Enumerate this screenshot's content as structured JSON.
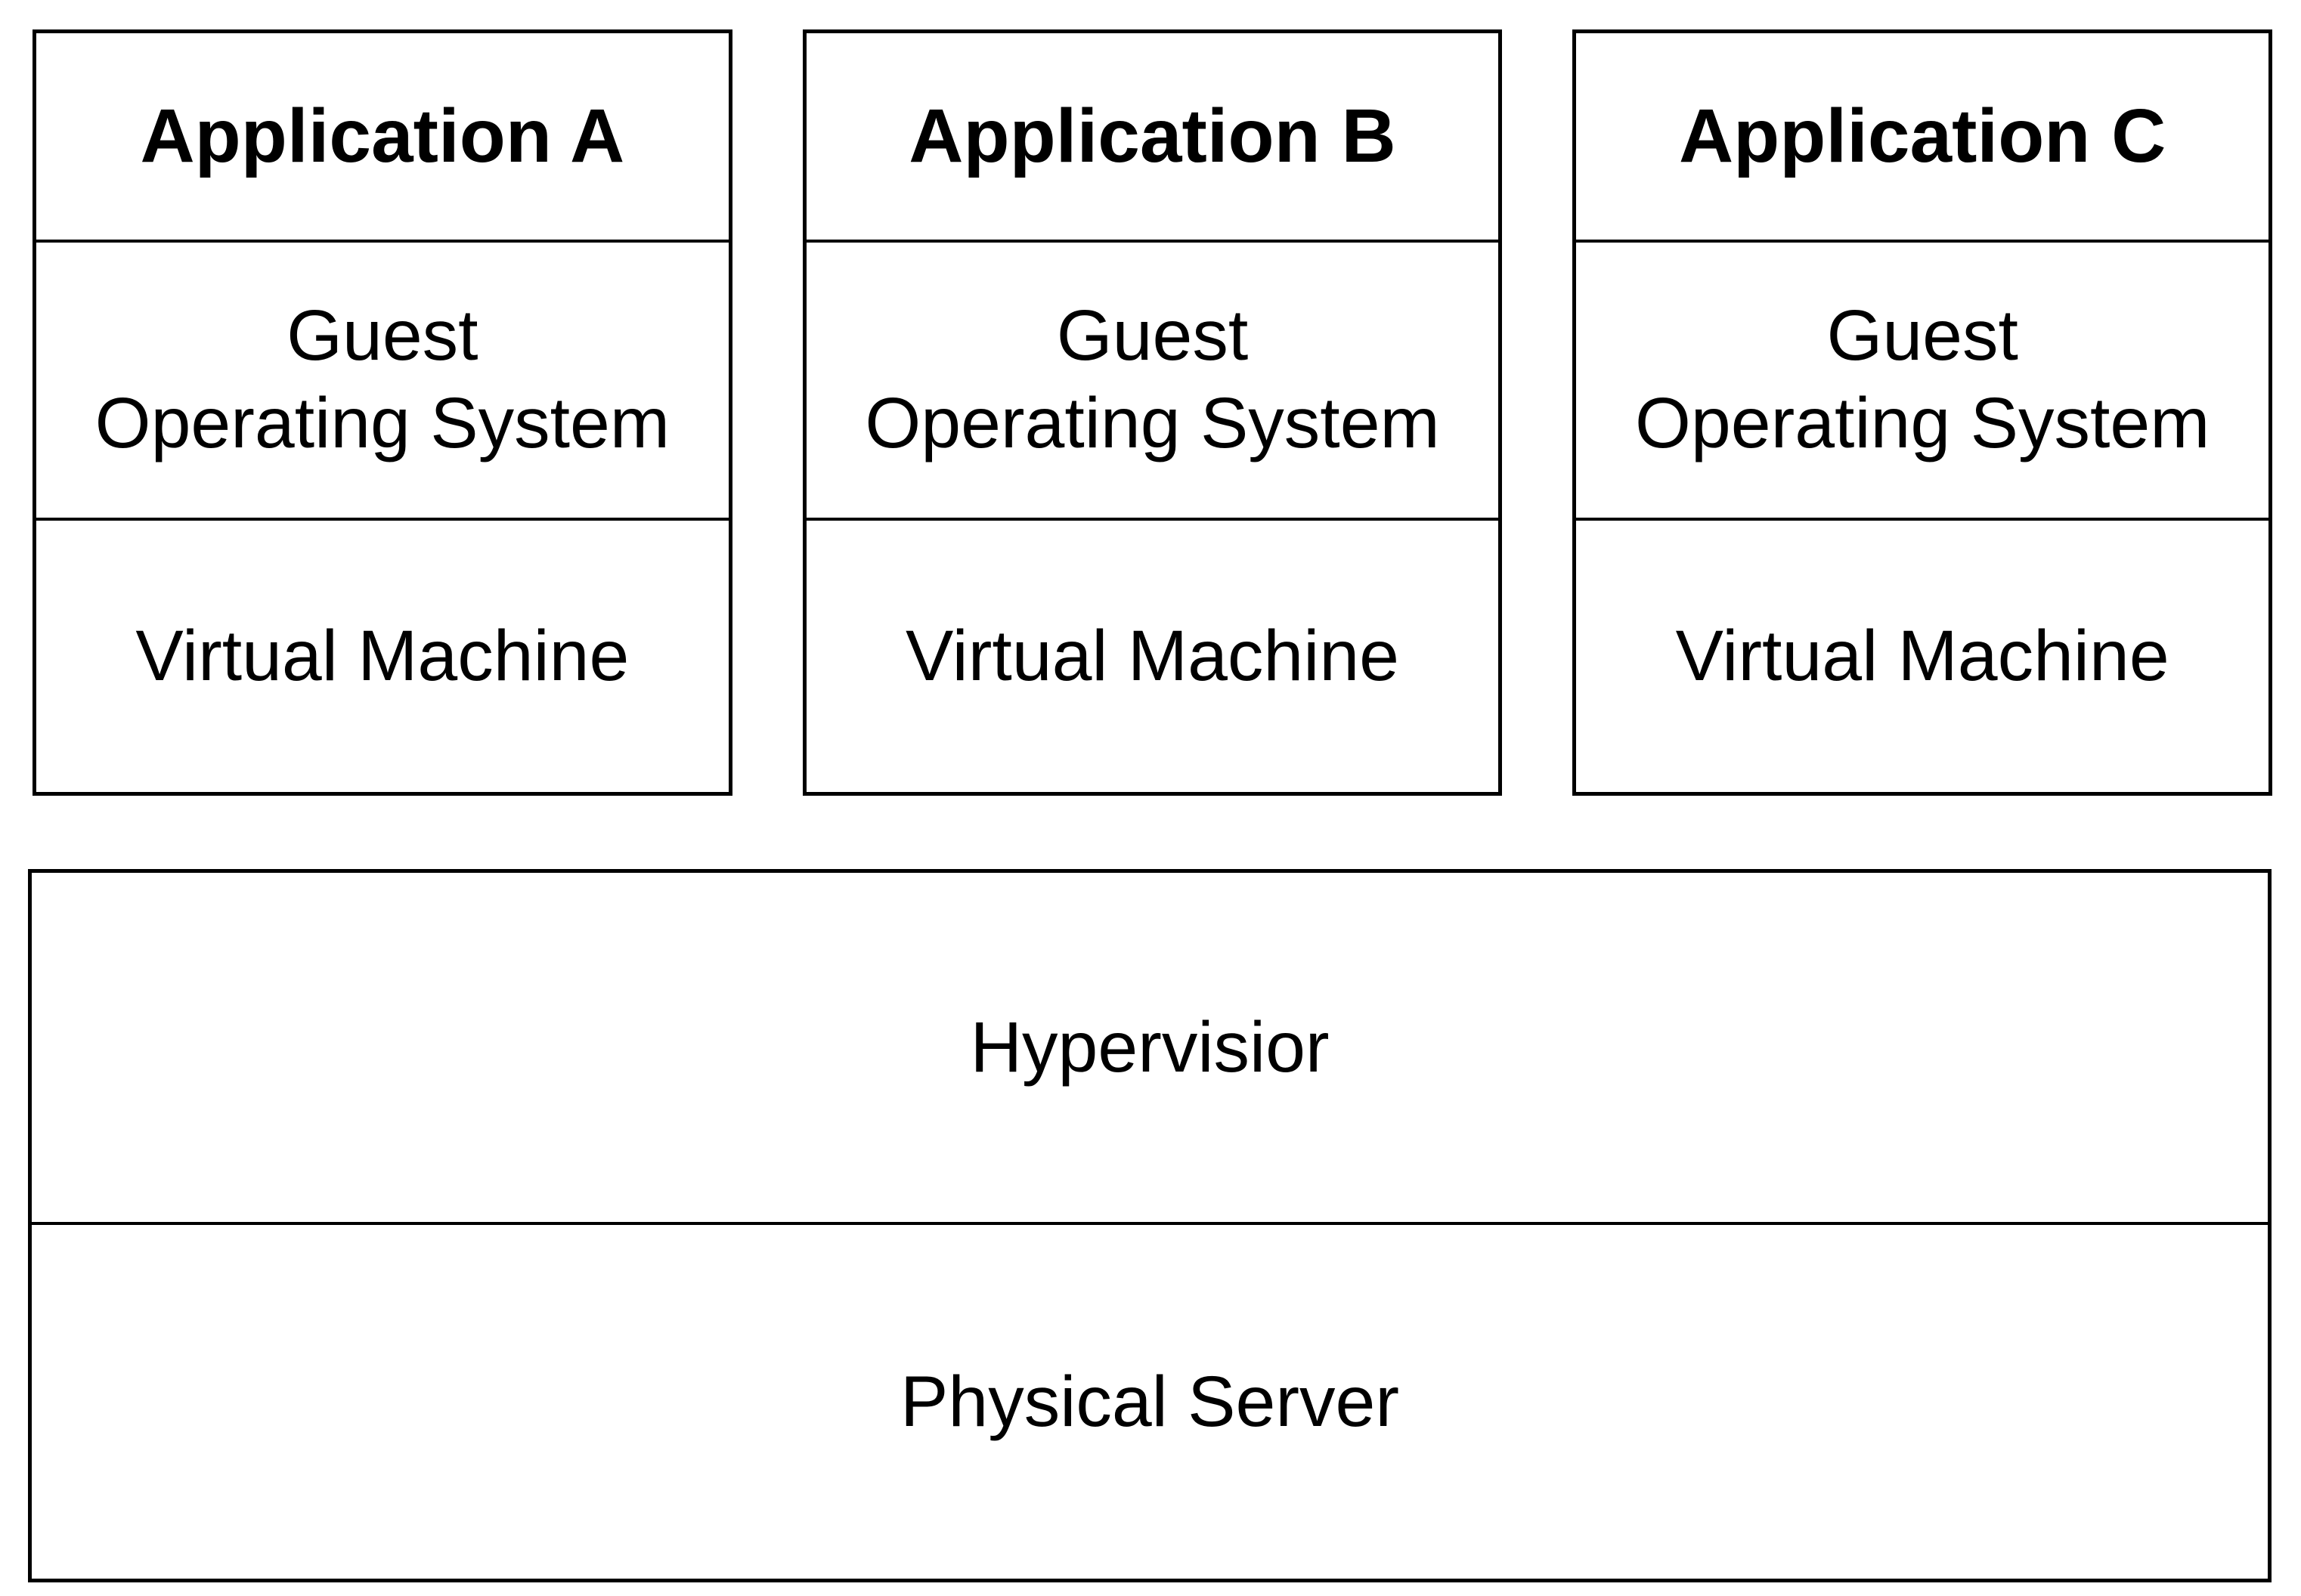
{
  "diagram": {
    "title": "server-virtualization-stack",
    "colors": {
      "border": "#000000",
      "background": "#ffffff",
      "text": "#000000"
    },
    "stacks": [
      {
        "application": "Application A",
        "guest_os": "Guest\nOperating System",
        "virtual_machine": "Virtual Machine"
      },
      {
        "application": "Application B",
        "guest_os": "Guest\nOperating System",
        "virtual_machine": "Virtual Machine"
      },
      {
        "application": "Application C",
        "guest_os": "Guest\nOperating System",
        "virtual_machine": "Virtual Machine"
      }
    ],
    "host": {
      "hypervisor": "Hypervisior",
      "physical_server": "Physical Server"
    }
  }
}
